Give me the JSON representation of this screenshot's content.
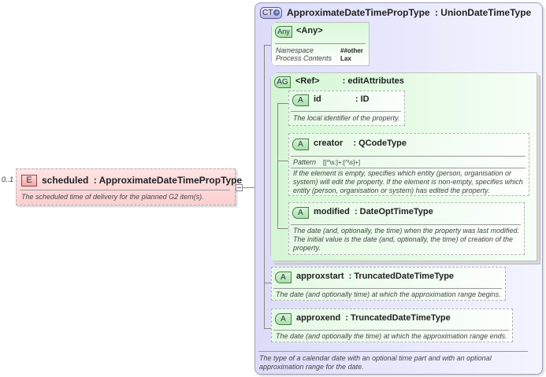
{
  "element": {
    "cardinality": "0..1",
    "badge": "E",
    "name": "scheduled",
    "type": ": ApproximateDateTimePropType",
    "description": "The scheduled time of delivery for the planned G2 item(s)."
  },
  "complex_type": {
    "badge": "CT",
    "name": "ApproximateDateTimePropType",
    "base": ": UnionDateTimeType",
    "description": "The type of a calendar date with an optional time part and with an optional approximation range for the date.",
    "any": {
      "badge": "Any",
      "name": "<Any>",
      "namespace_label": "Namespace",
      "namespace_value": "##other",
      "process_label": "Process Contents",
      "process_value": "Lax"
    },
    "attribute_group": {
      "badge": "AG",
      "name": "<Ref>",
      "type": ": editAttributes",
      "attributes": [
        {
          "badge": "A",
          "name": "id",
          "type": ": ID",
          "description": "The local identifier of the property."
        },
        {
          "badge": "A",
          "name": "creator",
          "type": ": QCodeType",
          "pattern_label": "Pattern",
          "pattern_value": "[[^\\s:]+:[^\\s]+]",
          "description": "If the element is empty, specifies which entity (person, organisation or system) will edit the property. If the element is non-empty, specifies which entity (person, organisation or system) has edited the property."
        },
        {
          "badge": "A",
          "name": "modified",
          "type": ": DateOptTimeType",
          "description": "The date (and, optionally, the time) when the property was last modified. The initial value is the date (and, optionally, the time) of creation of the property."
        }
      ]
    },
    "attributes": [
      {
        "badge": "A",
        "name": "approxstart",
        "type": ": TruncatedDateTimeType",
        "description": "The date (and optionally time) at which the approximation range begins."
      },
      {
        "badge": "A",
        "name": "approxend",
        "type": ": TruncatedDateTimeType",
        "description": "The date (and optionally the time) at which the approximation range ends."
      }
    ]
  }
}
